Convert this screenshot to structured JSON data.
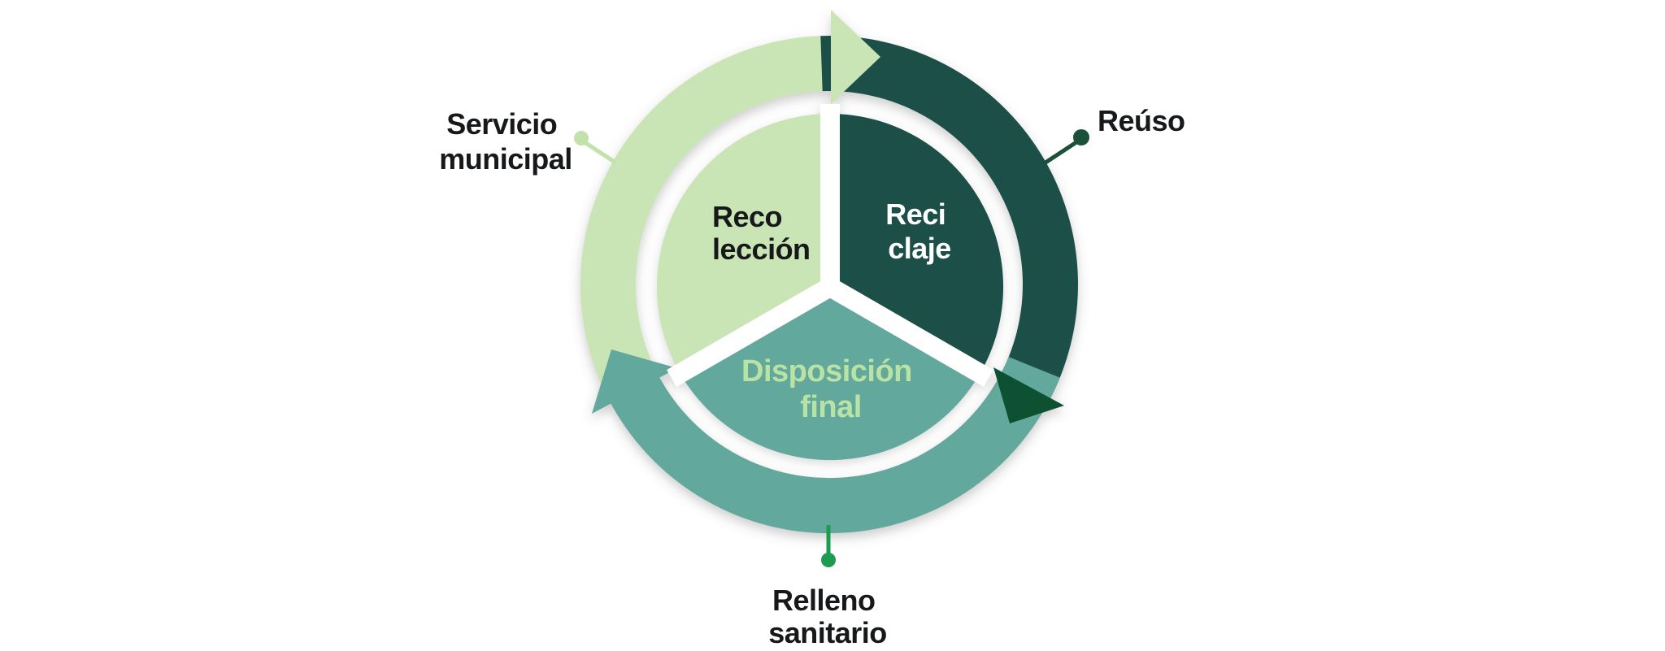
{
  "diagram": {
    "type": "cycle",
    "segments": [
      {
        "id": "recoleccion",
        "label_lines": [
          "Reco",
          "lección"
        ]
      },
      {
        "id": "reciclaje",
        "label_lines": [
          "Reci",
          "claje"
        ]
      },
      {
        "id": "disposicion-final",
        "label_lines": [
          "Disposición",
          "final"
        ]
      }
    ],
    "callouts": [
      {
        "id": "servicio-municipal",
        "lines": [
          "Servicio",
          "municipal"
        ]
      },
      {
        "id": "reuso",
        "lines": [
          "Reúso"
        ]
      },
      {
        "id": "relleno-sanitario",
        "lines": [
          "Relleno",
          "sanitario"
        ]
      }
    ]
  },
  "colors": {
    "background": "#ffffff",
    "light_green": "#cae5b5",
    "dark_green": "#1c5046",
    "teal": "#63a89c",
    "arrow_dark": "#0a5130",
    "text_dark": "#17181a",
    "text_white": "#ffffff",
    "disposicion_text": "#b8e3a4",
    "dot_bright_green": "#1c9b51",
    "dot_dark_green": "#1a5138",
    "dot_light_green": "#c2e2ab",
    "divider_white": "#ffffff"
  }
}
